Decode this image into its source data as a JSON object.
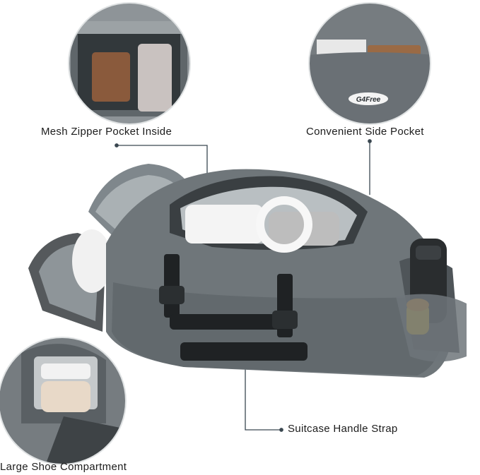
{
  "callouts": {
    "mesh_pocket": "Mesh Zipper Pocket Inside",
    "side_pocket": "Convenient Side Pocket",
    "handle_strap": "Suitcase Handle Strap",
    "shoe_compartment": "Large Shoe Compartment"
  },
  "brand_logo_text": "G4Free",
  "colors": {
    "bag_body": "#6f767a",
    "bag_dark": "#4f5559",
    "lining": "#b9bfc2",
    "strap": "#1f2224",
    "callout_line": "#3a4750",
    "bottle_cap": "#f39a1e"
  }
}
